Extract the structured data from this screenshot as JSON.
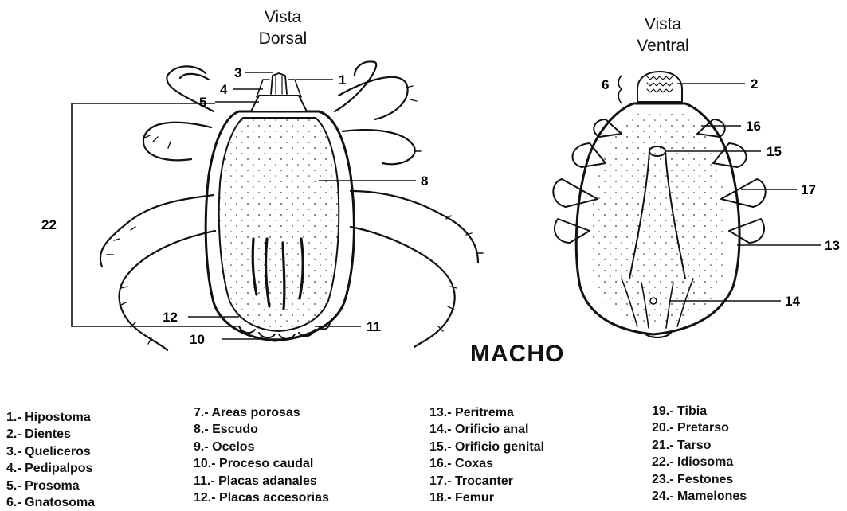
{
  "titles": {
    "dorsal_line1": "Vista",
    "dorsal_line2": "Dorsal",
    "ventral_line1": "Vista",
    "ventral_line2": "Ventral",
    "main": "MACHO"
  },
  "callouts": {
    "n1": "1",
    "n2": "2",
    "n3": "3",
    "n4": "4",
    "n5": "5",
    "n6": "6",
    "n8": "8",
    "n10": "10",
    "n11": "11",
    "n12": "12",
    "n13": "13",
    "n14": "14",
    "n15": "15",
    "n16": "16",
    "n17": "17",
    "n22": "22"
  },
  "legend": {
    "col1": [
      "1.- Hipostoma",
      "2.- Dientes",
      "3.- Queliceros",
      "4.- Pedipalpos",
      "5.- Prosoma",
      "6.- Gnatosoma"
    ],
    "col2": [
      "7.- Areas porosas",
      "8.- Escudo",
      "9.- Ocelos",
      "10.- Proceso caudal",
      "11.- Placas adanales",
      "12.- Placas accesorias"
    ],
    "col3": [
      "13.- Peritrema",
      "14.- Orificio anal",
      "15.- Orificio genital",
      "16.- Coxas",
      "17.- Trocanter",
      "18.- Femur"
    ],
    "col4": [
      "19.- Tibia",
      "20.- Pretarso",
      "21.- Tarso",
      "22.- Idiosoma",
      "23.- Festones",
      "24.- Mamelones"
    ]
  }
}
